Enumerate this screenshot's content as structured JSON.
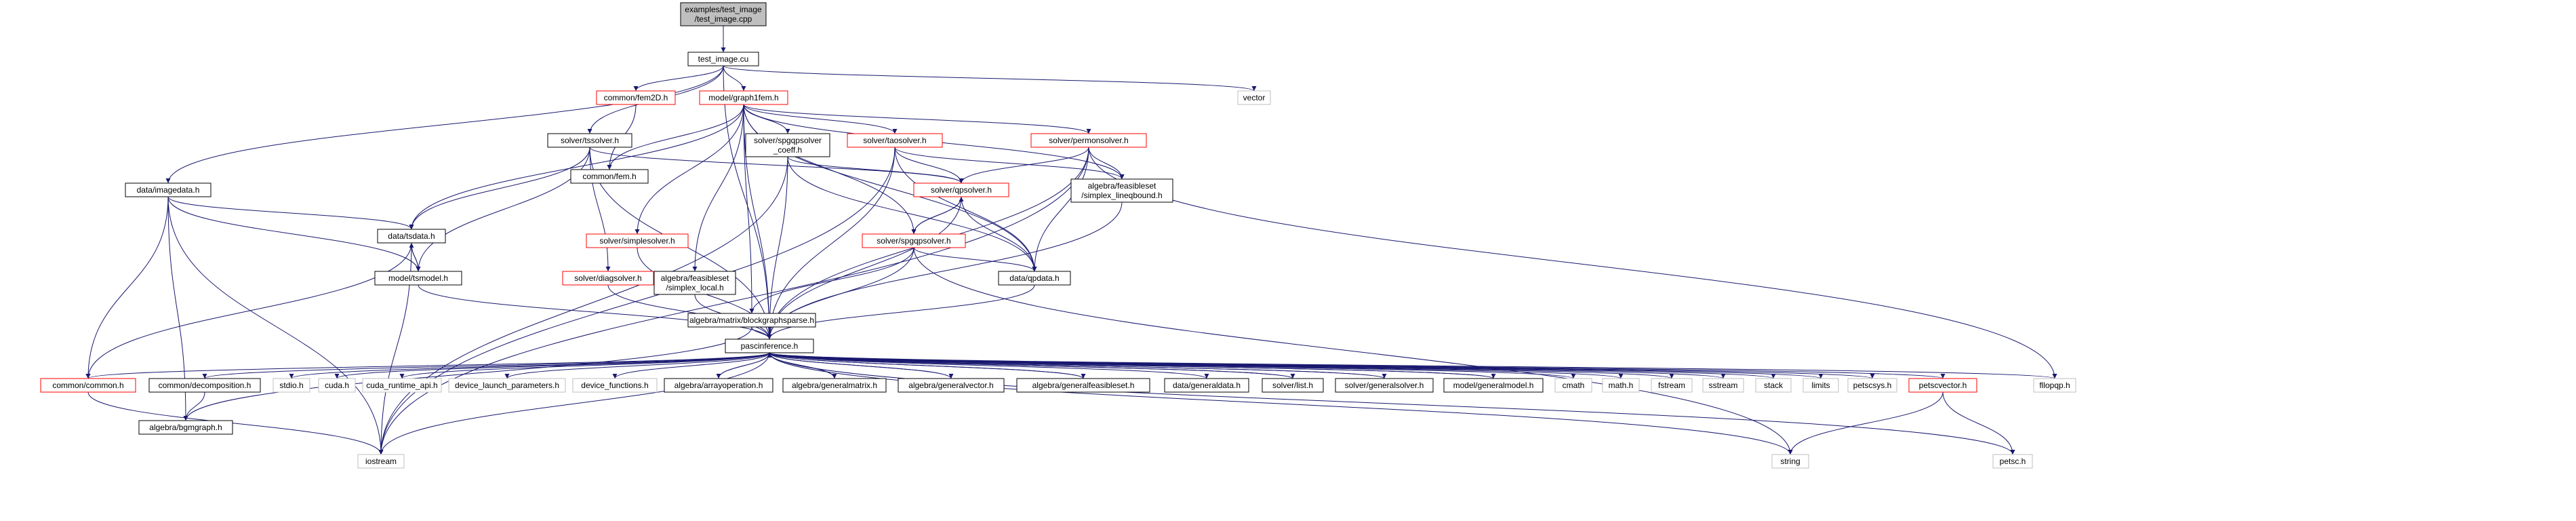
{
  "colors": {
    "edge": "#191970",
    "border_default": "#000000",
    "border_red": "#ff0000",
    "border_gray": "#bfbfbf",
    "fill_default": "#ffffff",
    "fill_root": "#bfbfbf"
  },
  "nodes": [
    {
      "id": "root",
      "lines": [
        "examples/test_image",
        "/test_image.cpp"
      ],
      "style": "root"
    },
    {
      "id": "test_image_cu",
      "lines": [
        "test_image.cu"
      ],
      "style": "default"
    },
    {
      "id": "vector",
      "lines": [
        "vector"
      ],
      "style": "gray"
    },
    {
      "id": "fem2d",
      "lines": [
        "common/fem2D.h"
      ],
      "style": "red"
    },
    {
      "id": "graph1fem",
      "lines": [
        "model/graph1fem.h"
      ],
      "style": "red"
    },
    {
      "id": "tssolver",
      "lines": [
        "solver/tssolver.h"
      ],
      "style": "default"
    },
    {
      "id": "common_fem",
      "lines": [
        "common/fem.h"
      ],
      "style": "default"
    },
    {
      "id": "spgqp_coeff",
      "lines": [
        "solver/spgqpsolver",
        "_coeff.h"
      ],
      "style": "default"
    },
    {
      "id": "taosolver",
      "lines": [
        "solver/taosolver.h"
      ],
      "style": "red"
    },
    {
      "id": "permonsolver",
      "lines": [
        "solver/permonsolver.h"
      ],
      "style": "red"
    },
    {
      "id": "imagedata",
      "lines": [
        "data/imagedata.h"
      ],
      "style": "default"
    },
    {
      "id": "qpsolver",
      "lines": [
        "solver/qpsolver.h"
      ],
      "style": "red"
    },
    {
      "id": "simplex_lineqbound",
      "lines": [
        "algebra/feasibleset",
        "/simplex_lineqbound.h"
      ],
      "style": "default"
    },
    {
      "id": "tsdata",
      "lines": [
        "data/tsdata.h"
      ],
      "style": "default"
    },
    {
      "id": "simplesolver",
      "lines": [
        "solver/simplesolver.h"
      ],
      "style": "red"
    },
    {
      "id": "simplex_local",
      "lines": [
        "algebra/feasibleset",
        "/simplex_local.h"
      ],
      "style": "default"
    },
    {
      "id": "spgqpsolver",
      "lines": [
        "solver/spgqpsolver.h"
      ],
      "style": "red"
    },
    {
      "id": "tsmodel",
      "lines": [
        "model/tsmodel.h"
      ],
      "style": "default"
    },
    {
      "id": "diagsolver",
      "lines": [
        "solver/diagsolver.h"
      ],
      "style": "red"
    },
    {
      "id": "blockgraphsparse",
      "lines": [
        "algebra/matrix/blockgraphsparse.h"
      ],
      "style": "default"
    },
    {
      "id": "qpdata",
      "lines": [
        "data/qpdata.h"
      ],
      "style": "default"
    },
    {
      "id": "pascinference",
      "lines": [
        "pascinference.h"
      ],
      "style": "default"
    },
    {
      "id": "common_common",
      "lines": [
        "common/common.h"
      ],
      "style": "red"
    },
    {
      "id": "decomposition",
      "lines": [
        "common/decomposition.h"
      ],
      "style": "default"
    },
    {
      "id": "stdio",
      "lines": [
        "stdio.h"
      ],
      "style": "gray"
    },
    {
      "id": "cuda",
      "lines": [
        "cuda.h"
      ],
      "style": "gray"
    },
    {
      "id": "cuda_runtime",
      "lines": [
        "cuda_runtime_api.h"
      ],
      "style": "gray"
    },
    {
      "id": "device_launch",
      "lines": [
        "device_launch_parameters.h"
      ],
      "style": "gray"
    },
    {
      "id": "device_functions",
      "lines": [
        "device_functions.h"
      ],
      "style": "gray"
    },
    {
      "id": "arrayoperation",
      "lines": [
        "algebra/arrayoperation.h"
      ],
      "style": "default"
    },
    {
      "id": "generalmatrix",
      "lines": [
        "algebra/generalmatrix.h"
      ],
      "style": "default"
    },
    {
      "id": "generalvector",
      "lines": [
        "algebra/generalvector.h"
      ],
      "style": "default"
    },
    {
      "id": "generalfeasibleset",
      "lines": [
        "algebra/generalfeasibleset.h"
      ],
      "style": "default"
    },
    {
      "id": "generaldata",
      "lines": [
        "data/generaldata.h"
      ],
      "style": "default"
    },
    {
      "id": "solver_list",
      "lines": [
        "solver/list.h"
      ],
      "style": "default"
    },
    {
      "id": "generalsolver",
      "lines": [
        "solver/generalsolver.h"
      ],
      "style": "default"
    },
    {
      "id": "generalmodel",
      "lines": [
        "model/generalmodel.h"
      ],
      "style": "default"
    },
    {
      "id": "cmath",
      "lines": [
        "cmath"
      ],
      "style": "gray"
    },
    {
      "id": "math",
      "lines": [
        "math.h"
      ],
      "style": "gray"
    },
    {
      "id": "fstream",
      "lines": [
        "fstream"
      ],
      "style": "gray"
    },
    {
      "id": "sstream",
      "lines": [
        "sstream"
      ],
      "style": "gray"
    },
    {
      "id": "stack",
      "lines": [
        "stack"
      ],
      "style": "gray"
    },
    {
      "id": "limits",
      "lines": [
        "limits"
      ],
      "style": "gray"
    },
    {
      "id": "petscsys",
      "lines": [
        "petscsys.h"
      ],
      "style": "gray"
    },
    {
      "id": "petscvector",
      "lines": [
        "petscvector.h"
      ],
      "style": "red"
    },
    {
      "id": "fllopqp",
      "lines": [
        "fllopqp.h"
      ],
      "style": "gray"
    },
    {
      "id": "bgmgraph",
      "lines": [
        "algebra/bgmgraph.h"
      ],
      "style": "default"
    },
    {
      "id": "iostream",
      "lines": [
        "iostream"
      ],
      "style": "gray"
    },
    {
      "id": "string",
      "lines": [
        "string"
      ],
      "style": "gray"
    },
    {
      "id": "petsc",
      "lines": [
        "petsc.h"
      ],
      "style": "gray"
    }
  ]
}
